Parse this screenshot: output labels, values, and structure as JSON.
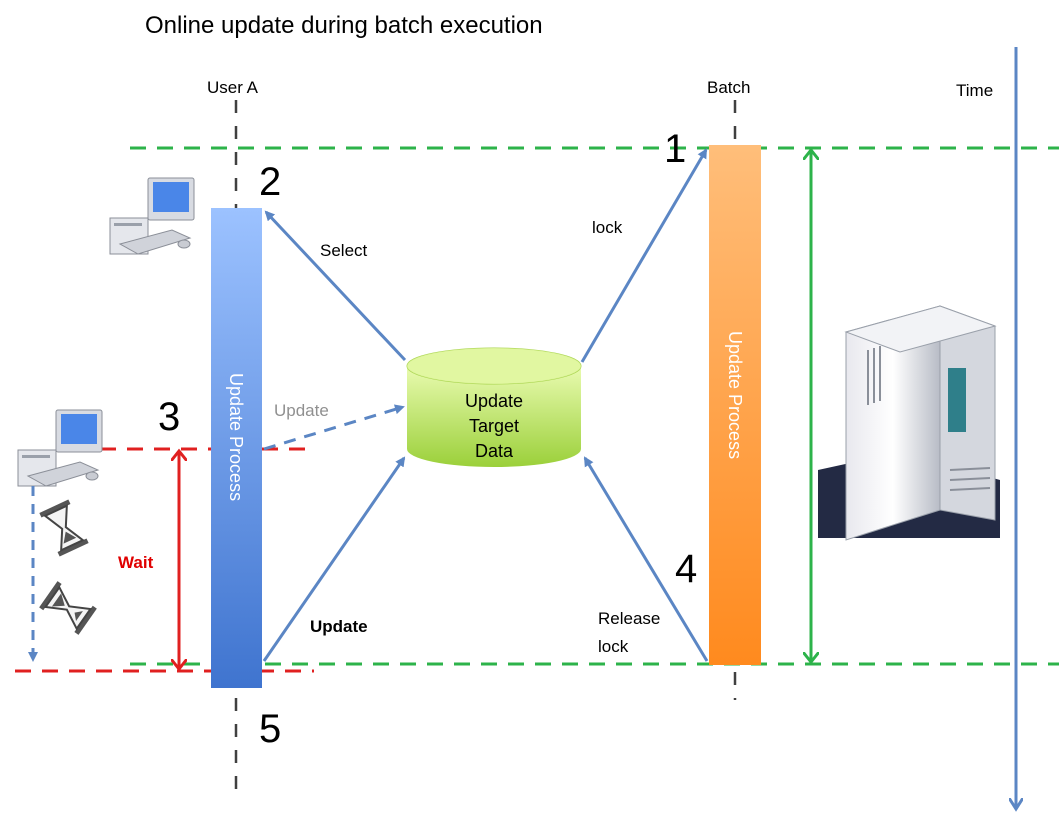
{
  "title": "Online update during  batch execution",
  "lanes": {
    "user": "User A",
    "batch": "Batch",
    "time": "Time"
  },
  "bars": {
    "user_process": "Update Process",
    "batch_process": "Update Process"
  },
  "database": {
    "line1": "Update",
    "line2": "Target",
    "line3": "Data"
  },
  "steps": {
    "s1": "1",
    "s2": "2",
    "s3": "3",
    "s4": "4",
    "s5": "5"
  },
  "arrows": {
    "select": "Select",
    "update_dashed": "Update",
    "update_final": "Update",
    "lock": "lock",
    "release_line1": "Release",
    "release_line2": "lock",
    "wait": "Wait"
  },
  "colors": {
    "green_guide": "#2db34a",
    "red_guide": "#e02020",
    "arrow_blue": "#5b86c4",
    "time_axis": "#5b86c4",
    "user_bar": "#5b8ee6",
    "batch_bar": "#ff9a3c",
    "db_fill": "#b5e05a",
    "wait_label": "#e00000",
    "faded_label": "#909090"
  },
  "icons": [
    "computer-icon",
    "computer-icon",
    "hourglass-icon",
    "hourglass-icon",
    "server-icon"
  ]
}
